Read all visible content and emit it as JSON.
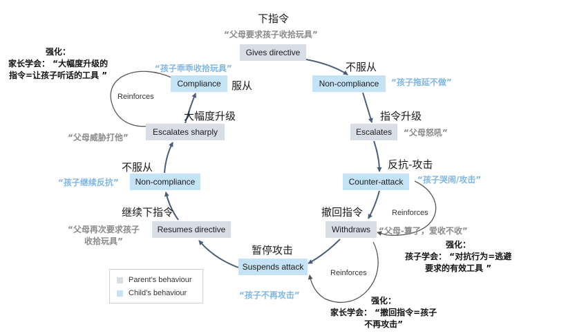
{
  "colors": {
    "parent_box": "#d9dde6",
    "child_box": "#c4e3f6",
    "arrow": "#4a5e7a",
    "quote_grey": "#8a8a8a",
    "quote_blue": "#7fb6e3"
  },
  "nodes": {
    "gives_directive": "Gives directive",
    "non_compliance_right": "Non-compliance",
    "escalates": "Escalates",
    "counter_attack": "Counter-attack",
    "withdraws": "Withdraws",
    "suspends_attack": "Suspends attack",
    "resumes_directive": "Resumes directive",
    "non_compliance_left": "Non-compliance",
    "escalates_sharply": "Escalates sharply",
    "compliance": "Compliance"
  },
  "labels_zh": {
    "gives_directive": "下指令",
    "non_compliance_right": "不服从",
    "escalates": "指令升级",
    "counter_attack": "反抗-攻击",
    "withdraws": "撤回指令",
    "suspends_attack": "暂停攻击",
    "resumes_directive": "继续下指令",
    "non_compliance_left": "不服从",
    "escalates_sharply": "大幅度升级",
    "compliance": "服从"
  },
  "quotes": {
    "gives_directive": "“父母要求孩子收拾玩具”",
    "non_compliance_right": "“孩子拖延不做”",
    "escalates": "“父母怒吼”",
    "counter_attack": "“孩子哭闹/攻击”",
    "withdraws": "“父母-算了，爱收不收”",
    "suspends_attack": "“孩子不再攻击”",
    "resumes_directive_1": "“父母再次要求孩子",
    "resumes_directive_2": "收拾玩具”",
    "non_compliance_left": "“孩子继续反抗”",
    "escalates_sharply": "“父母威胁打他”",
    "compliance": "“孩子乖乖收拾玩具”"
  },
  "reinforcement_notes": {
    "top_left": [
      "强化：",
      "家长学会：  “大幅度升级的",
      "指令=让孩子听话的工具 ”"
    ],
    "right": [
      "强化：",
      "孩子学会：  “对抗行为=逃避",
      "要求的有效工具 ”"
    ],
    "bottom": [
      "强化：",
      "家长学会：  “撤回指令=孩子",
      "不再攻击”"
    ]
  },
  "reinforces_labels": {
    "left": "Reinforces",
    "right": "Reinforces",
    "bottom": "Reinforces"
  },
  "legend": {
    "parent": "Parent’s behaviour",
    "child": "Child’s behaviour"
  }
}
